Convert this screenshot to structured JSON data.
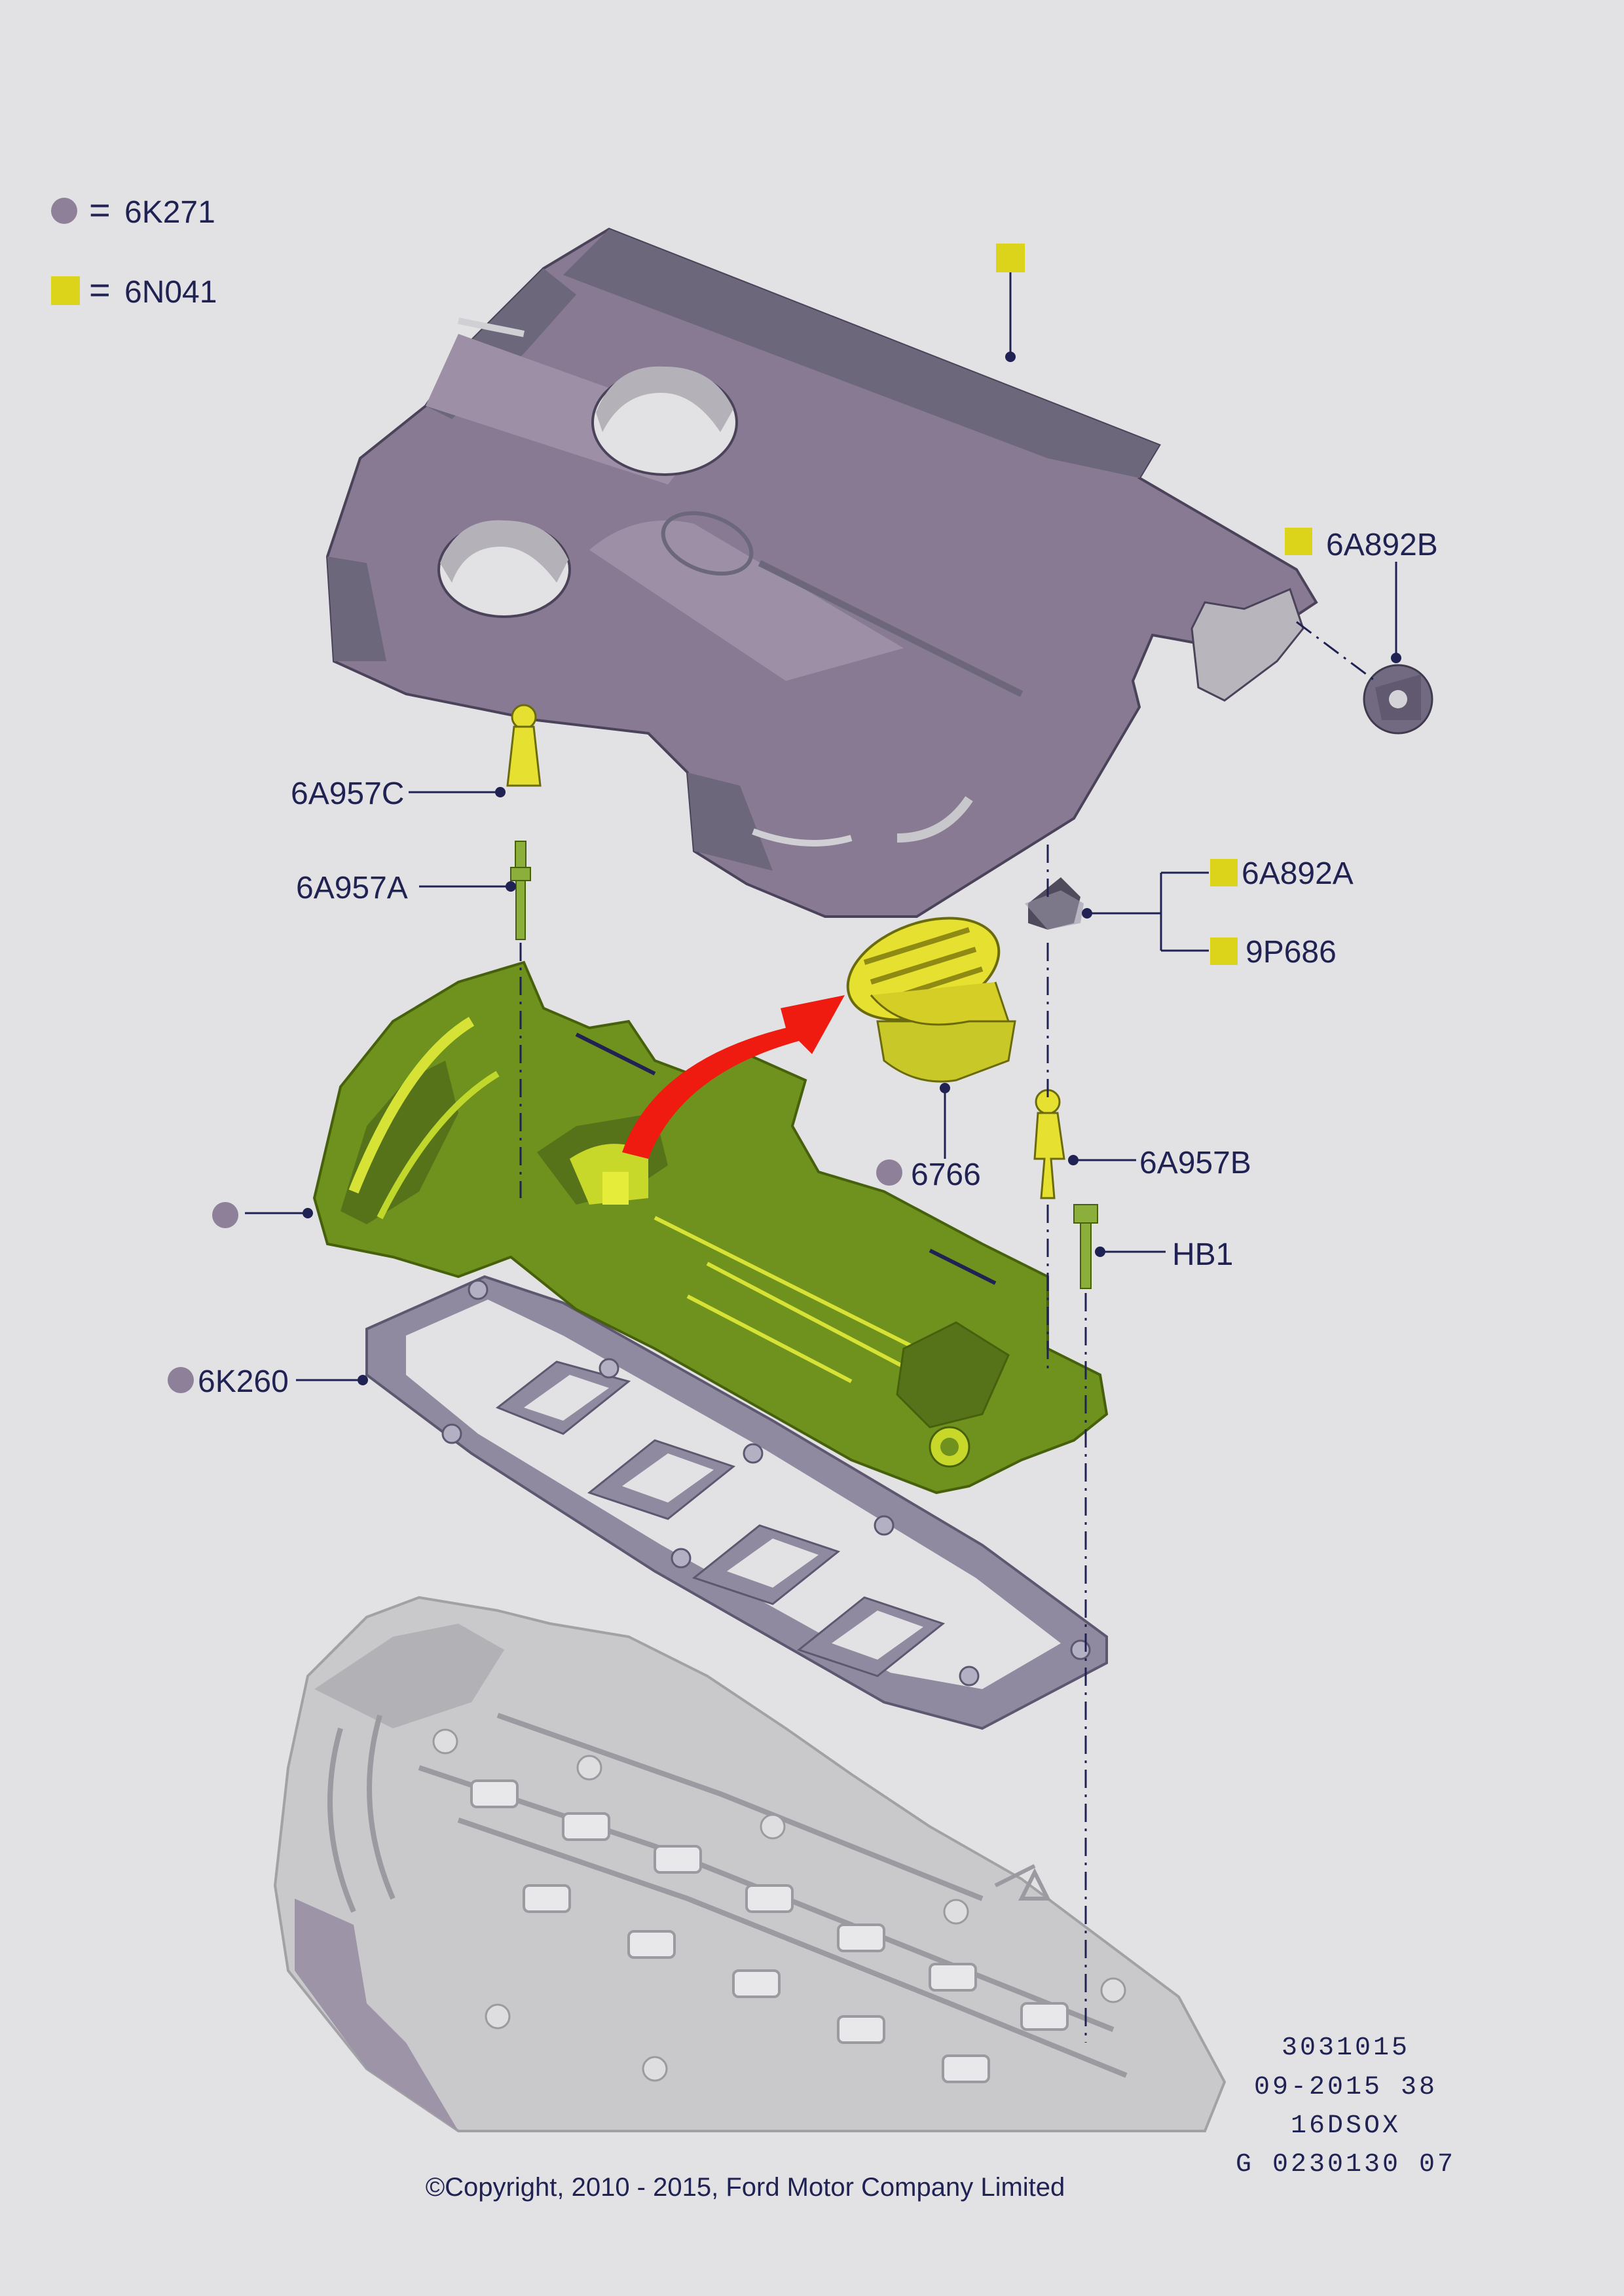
{
  "legend": [
    {
      "marker": "circle",
      "label": "6K271"
    },
    {
      "marker": "square",
      "label": "6N041"
    }
  ],
  "labels": {
    "p6A892B": "6A892B",
    "p6A957C": "6A957C",
    "p6A957A": "6A957A",
    "p6A892A": "6A892A",
    "p9P686": "9P686",
    "p6766": "6766",
    "p6A957B": "6A957B",
    "pHB1": "HB1",
    "p6K260": "6K260"
  },
  "stamp": [
    "3031015",
    "09-2015 38",
    "16DSOX",
    "G 0230130 07"
  ],
  "copyright": "©Copyright, 2010 - 2015, Ford Motor Company Limited",
  "colors": {
    "circle_marker": "#8e8099",
    "square_marker": "#dcd41a",
    "cover": "#887a93",
    "cam_cover": "#6f921e",
    "gasket": "#8f8aa0",
    "engine": "#c8c8ca",
    "arrow": "#ef1a10",
    "ink": "#1f2252"
  }
}
